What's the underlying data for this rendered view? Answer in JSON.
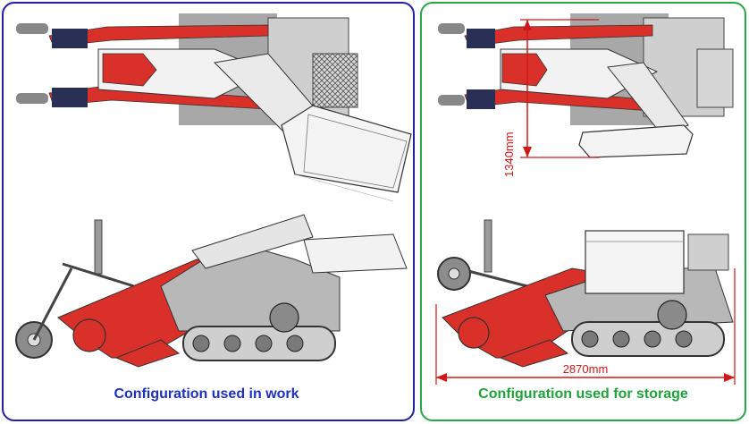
{
  "panels": {
    "work": {
      "caption": "Configuration used in work",
      "border_color": "#1f1fa8",
      "caption_color": "#1f2fbf"
    },
    "storage": {
      "caption": "Configuration used for storage",
      "border_color": "#27a844",
      "caption_color": "#1fa23c"
    }
  },
  "dimensions": {
    "height": "1340mm",
    "length": "2870mm",
    "color": "#d01818"
  },
  "colors": {
    "machine_red": "#d9302a",
    "machine_gray": "#9a9a9a",
    "frame_light": "#ececec",
    "outline": "#333333"
  }
}
